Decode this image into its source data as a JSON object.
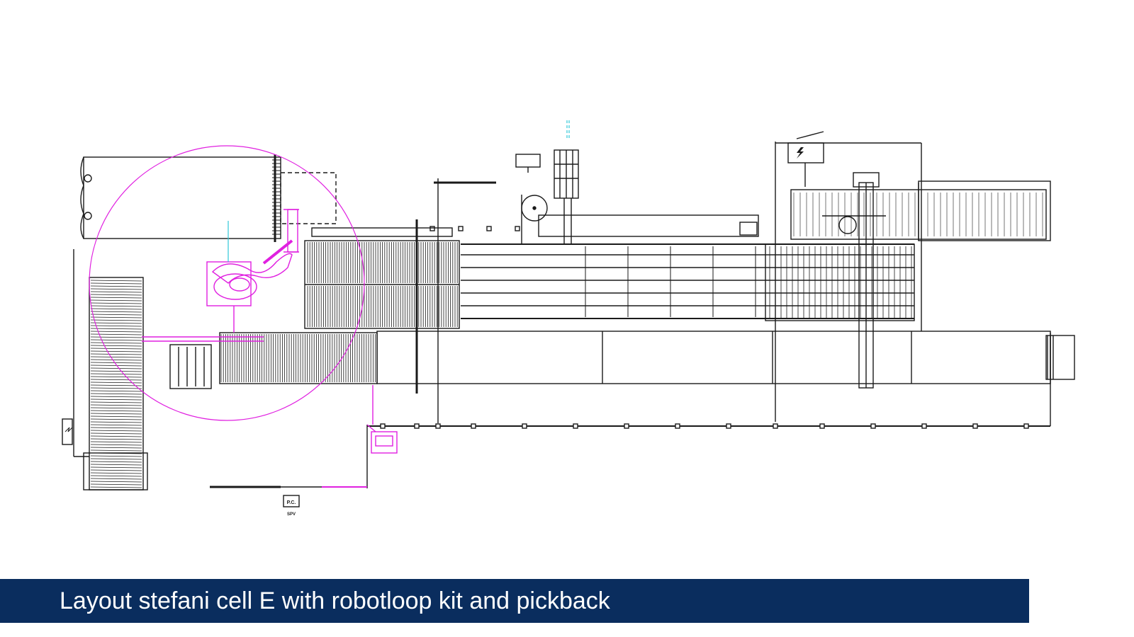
{
  "caption": {
    "text": "Layout stefani cell E with robotloop kit and pickback"
  },
  "drawing": {
    "pc_label": "P.C.",
    "spv_label": "SPV",
    "icons": [
      "lightning-icon",
      "pc-terminal-icon"
    ],
    "colors": {
      "line": "#1a1a1a",
      "robot": "#e020e0",
      "caption_bg": "#0a2d5e",
      "caption_text": "#ffffff",
      "accent": "#30c8d8"
    }
  }
}
